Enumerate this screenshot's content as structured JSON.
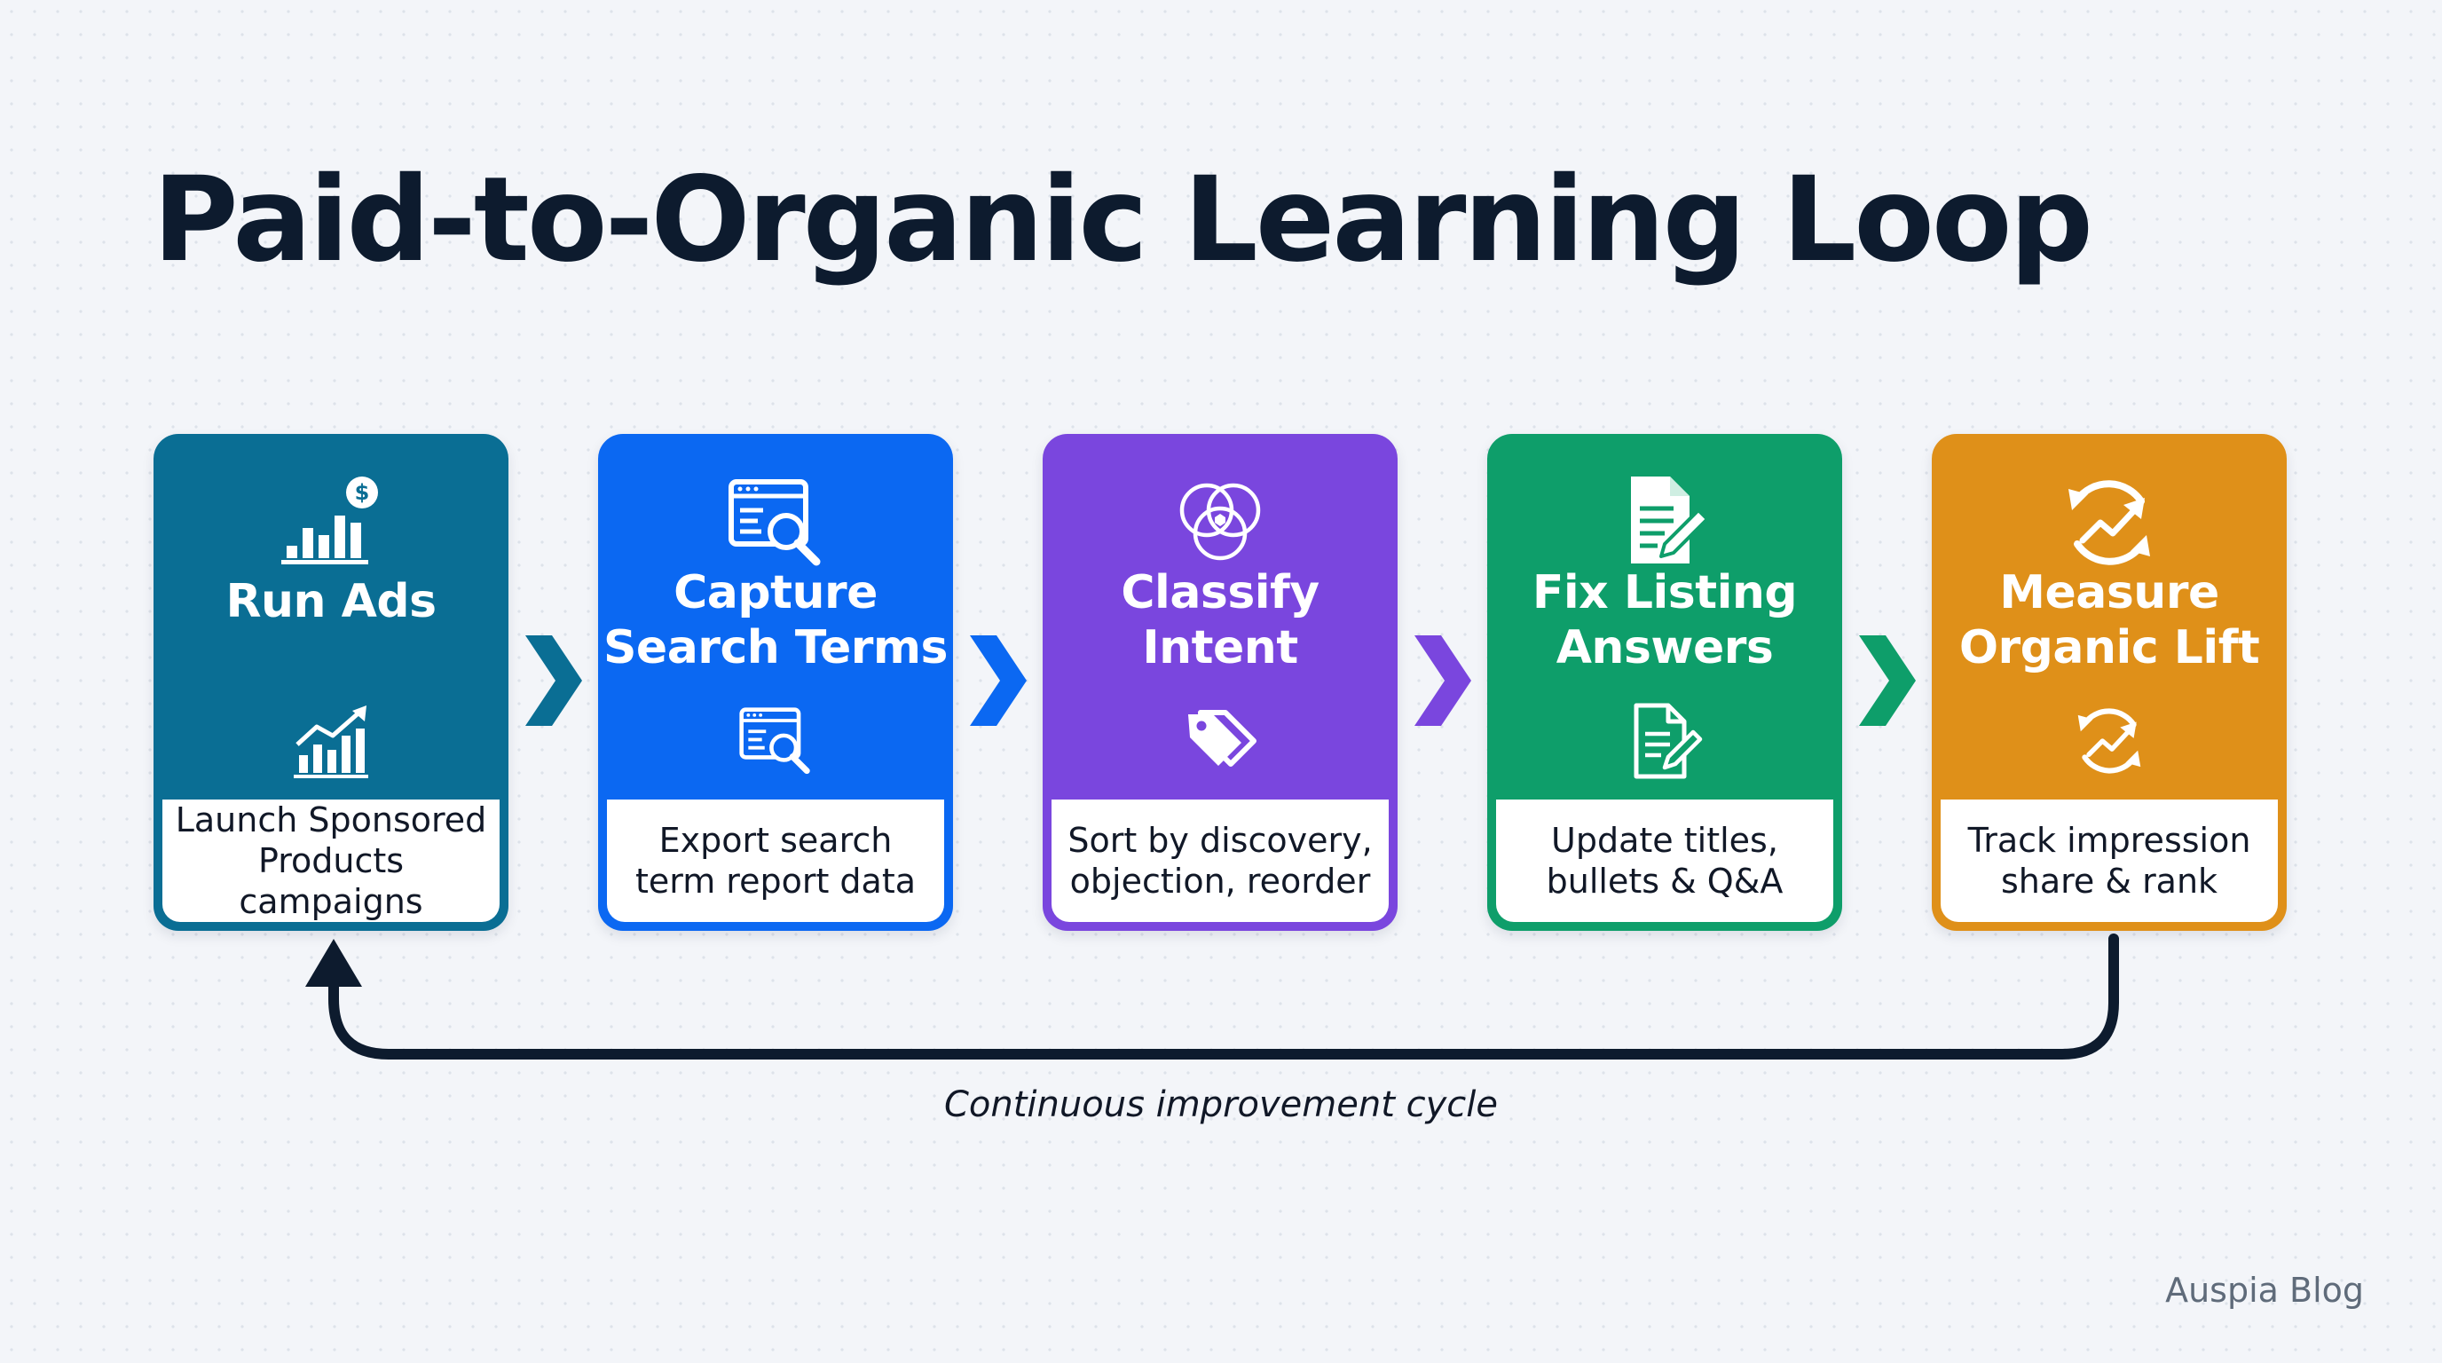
{
  "title": "Paid-to-Organic Learning Loop",
  "colors": {
    "teal_blue": "#0a6e94",
    "bright_blue": "#0b68f2",
    "purple": "#7a46de",
    "green": "#0e9e6a",
    "orange": "#df9019",
    "navy": "#0d1b2e"
  },
  "steps": [
    {
      "title": "Run Ads",
      "description": "Launch Sponsored\nProducts campaigns",
      "color": "#0a6e94",
      "top_icon": "bar-chart-dollar-icon",
      "bottom_icon": "trending-bar-chart-icon"
    },
    {
      "title": "Capture\nSearch Terms",
      "description": "Export search\nterm report data",
      "color": "#0b68f2",
      "top_icon": "document-search-icon",
      "bottom_icon": "document-search-icon"
    },
    {
      "title": "Classify\nIntent",
      "description": "Sort by discovery,\nobjection, reorder",
      "color": "#7a46de",
      "top_icon": "venn-diagram-icon",
      "bottom_icon": "tags-icon"
    },
    {
      "title": "Fix Listing\nAnswers",
      "description": "Update titles,\nbullets & Q&A",
      "color": "#0e9e6a",
      "top_icon": "document-edit-icon",
      "bottom_icon": "document-edit-icon"
    },
    {
      "title": "Measure\nOrganic Lift",
      "description": "Track impression\nshare & rank",
      "color": "#df9019",
      "top_icon": "growth-cycle-icon",
      "bottom_icon": "growth-cycle-icon"
    }
  ],
  "cycle_label": "Continuous improvement cycle",
  "brand": "Auspia Blog"
}
